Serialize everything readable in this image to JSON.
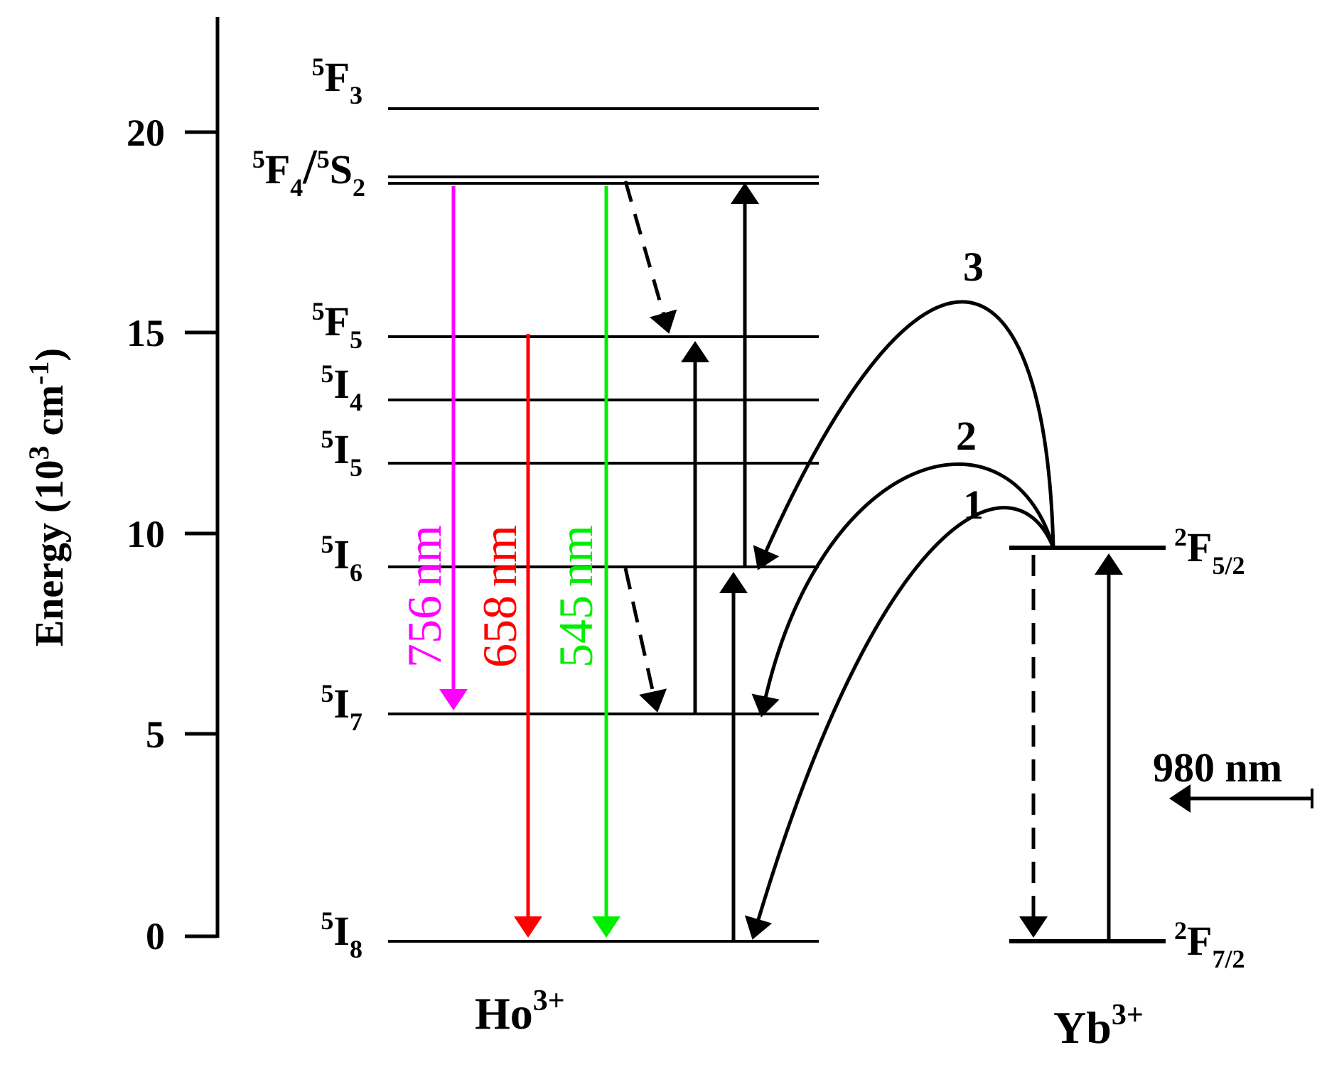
{
  "y_axis": {
    "label_prefix": "Energy (10",
    "label_exp": "3",
    "label_mid": " cm",
    "label_exp2": "-1",
    "label_suffix": ")",
    "ticks": [
      "0",
      "5",
      "10",
      "15",
      "20"
    ]
  },
  "ho_levels": {
    "f3": {
      "sup": "5",
      "main": "F",
      "sub": "3"
    },
    "f4s2": {
      "sup1": "5",
      "main1": "F",
      "sub1": "4",
      "slash": "/",
      "sup2": "5",
      "main2": "S",
      "sub2": "2"
    },
    "f5": {
      "sup": "5",
      "main": "F",
      "sub": "5"
    },
    "i4": {
      "sup": "5",
      "main": "I",
      "sub": "4"
    },
    "i5": {
      "sup": "5",
      "main": "I",
      "sub": "5"
    },
    "i6": {
      "sup": "5",
      "main": "I",
      "sub": "6"
    },
    "i7": {
      "sup": "5",
      "main": "I",
      "sub": "7"
    },
    "i8": {
      "sup": "5",
      "main": "I",
      "sub": "8"
    }
  },
  "yb_levels": {
    "f52": {
      "sup": "2",
      "main": "F",
      "sub": "5/2"
    },
    "f72": {
      "sup": "2",
      "main": "F",
      "sub": "7/2"
    }
  },
  "emissions": [
    {
      "value": "756",
      "unit": "nm",
      "color": "#ff00ff"
    },
    {
      "value": "658",
      "unit": "nm",
      "color": "#ff0000"
    },
    {
      "value": "545",
      "unit": "nm",
      "color": "#00ee00"
    }
  ],
  "transfer_labels": [
    "1",
    "2",
    "3"
  ],
  "excitation": "980 nm",
  "ions": {
    "ho": {
      "main": "Ho",
      "sup": "3+"
    },
    "yb": {
      "main": "Yb",
      "sup": "3+"
    }
  }
}
